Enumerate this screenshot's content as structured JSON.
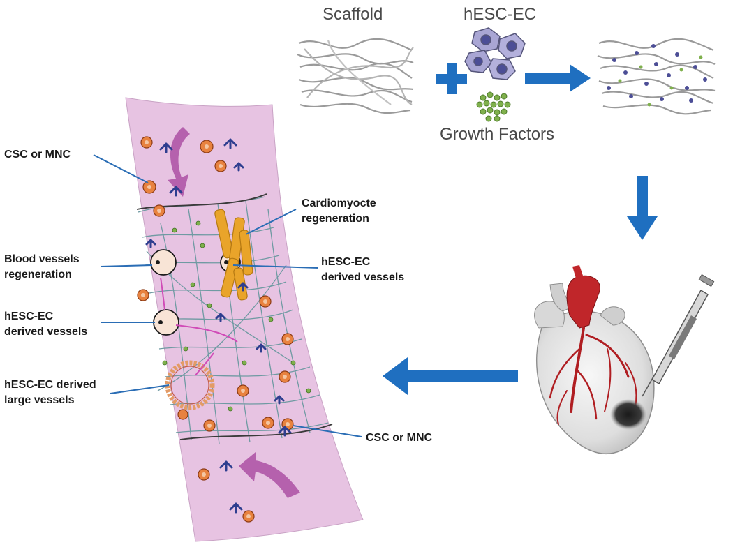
{
  "labels": {
    "scaffold": "Scaffold",
    "hesc_ec_top": "hESC-EC",
    "growth_factors": "Growth Factors",
    "csc_mnc_top": "CSC or MNC",
    "cardiomyocyte_1": "Cardiomyocte",
    "cardiomyocyte_2": "regeneration",
    "blood_vessels_1": "Blood vessels",
    "blood_vessels_2": "regeneration",
    "hesc_vessels_right_1": "hESC-EC",
    "hesc_vessels_right_2": "derived vessels",
    "hesc_vessels_left_1": "hESC-EC",
    "hesc_vessels_left_2": "derived vessels",
    "large_vessels_1": "hESC-EC derived",
    "large_vessels_2": "large vessels",
    "csc_mnc_bottom": "CSC or MNC"
  },
  "colors": {
    "arrow_blue": "#1f6fc0",
    "leader_blue": "#2a6db5",
    "tissue_pink": "#e7c3e2",
    "flow_arrow": "#b561ad",
    "heart_red": "#c0262a",
    "cardiomyocyte": "#e9a42a"
  }
}
